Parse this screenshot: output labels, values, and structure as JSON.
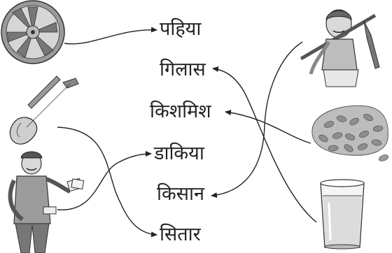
{
  "words": {
    "wheel": "पहिया",
    "glass": "गिलास",
    "raisins": "किशमिश",
    "postman": "डाकिया",
    "farmer": "किसान",
    "sitar": "सितार"
  },
  "pictures": {
    "left": [
      "wheel-picture",
      "sitar-picture",
      "postman-picture"
    ],
    "right": [
      "farmer-picture",
      "raisins-picture",
      "glass-picture"
    ]
  },
  "colors": {
    "ink": "#222222",
    "gray": "#8a8a8a",
    "light": "#c9c9c9"
  }
}
